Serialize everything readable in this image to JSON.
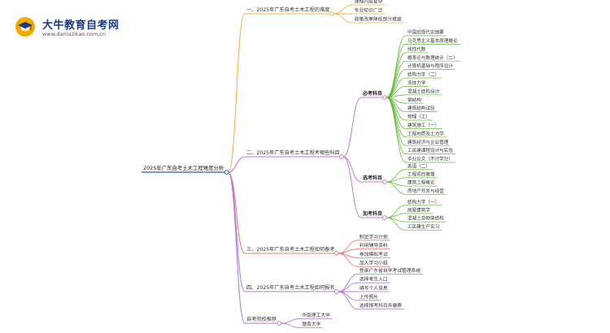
{
  "brand": {
    "title": "大牛教育自考网",
    "url": "www.daniuzikao.com.cn",
    "icon": "graduation-cap-icon",
    "colors": {
      "primary": "#1b3b8a",
      "accent": "#f2a900"
    }
  },
  "mindmap": {
    "root": "2025年广东自考土木工程难度分析",
    "colors": {
      "b1": "#f0b24a",
      "b2": "#c77ad0",
      "b3": "#e77c74",
      "b4": "#b07ad8",
      "b5": "#b081d8",
      "green": "#66bb3a",
      "root_line": "#2a5f99"
    },
    "branches": [
      {
        "label": "一、2025年广东自考土木工程的难度",
        "children": [
          "课程内容复杂",
          "专业知识广泛",
          "政策改革降低部分难度"
        ]
      },
      {
        "label": "二、2025年广东自考土木工程考哪些科目",
        "groups": [
          {
            "label": "必考科目",
            "items": [
              "中国近现代史纲要",
              "马克思主义基本原理概论",
              "线性代数",
              "概率论与数理统计（二）",
              "计算机基础与程序设计",
              "结构力学（二）",
              "流体力学",
              "混凝土结构设计",
              "钢结构",
              "建筑结构试验",
              "物理（工）",
              "建筑施工（一）",
              "工程地质及土力学",
              "建筑经济与企业管理",
              "工民建课程设计与实验",
              "毕业论文（不计学分）"
            ]
          },
          {
            "label": "选考科目",
            "items": [
              "英语（二）",
              "工程项目管理",
              "建筑工程概论",
              "房地产开发与经营"
            ]
          },
          {
            "label": "加考科目",
            "items": [
              "结构力学（一）",
              "房屋建筑学",
              "混凝土及砌体结构",
              "工民建生产实习"
            ]
          }
        ]
      },
      {
        "label": "三、2025年广东自考土木工程如何备考",
        "children": [
          "制定学习计划",
          "利用辅导资料",
          "参加模拟考试",
          "加入学习小组"
        ]
      },
      {
        "label": "四、2025年广东自考土木工程如何报名",
        "children": [
          "登录广东省自学考试管理系统",
          "选择考生入口",
          "填写个人信息",
          "上传照片",
          "选择报考科目并缴费"
        ]
      },
      {
        "label": "自考院校推荐",
        "children": [
          "华南理工大学",
          "暨南大学"
        ]
      }
    ]
  }
}
